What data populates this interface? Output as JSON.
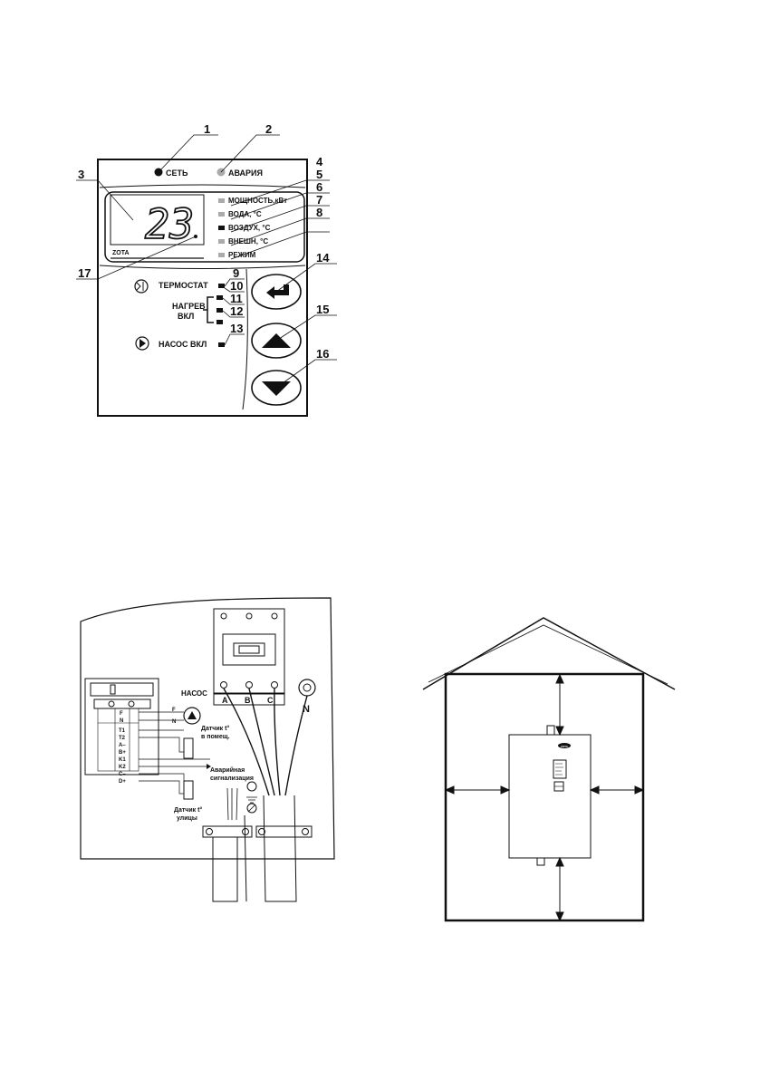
{
  "panel": {
    "callouts": [
      "1",
      "2",
      "3",
      "4",
      "5",
      "6",
      "7",
      "8",
      "9",
      "10",
      "11",
      "12",
      "13",
      "14",
      "15",
      "16",
      "17"
    ],
    "top_labels": {
      "network": "СЕТЬ",
      "alarm": "АВАРИЯ"
    },
    "display_value": "23",
    "brand": "ZOTA",
    "indicators": [
      "МОЩНОСТЬ,кВт",
      "ВОДА, °C",
      "ВОЗДУХ, °C",
      "ВНЕШН, °C",
      "РЕЖИМ"
    ],
    "thermostat": "ТЕРМОСТАТ",
    "heating_line1": "НАГРЕВ",
    "heating_line2": "ВКЛ",
    "pump": "НАСОС  ВКЛ",
    "icons": [
      "enter-icon",
      "arrow-up-icon",
      "arrow-down-icon",
      "thermostat-icon",
      "pump-icon"
    ]
  },
  "wiring": {
    "pump_label": "НАСОС",
    "phases": [
      "A",
      "B",
      "C"
    ],
    "neutral": "N",
    "terminals": [
      "F",
      "N",
      "T1",
      "T2",
      "A–",
      "B+",
      "K1",
      "K2",
      "C–",
      "D+"
    ],
    "sensor_room_1": "Датчик t°",
    "sensor_room_2": "в помещ.",
    "alarm_1": "Аварийная",
    "alarm_2": "сигнализация",
    "sensor_out_1": "Датчик t°",
    "sensor_out_2": "улицы",
    "pump_wire_f": "F",
    "pump_wire_n": "N"
  },
  "installation": {
    "boiler_brand": "ZOTA"
  }
}
